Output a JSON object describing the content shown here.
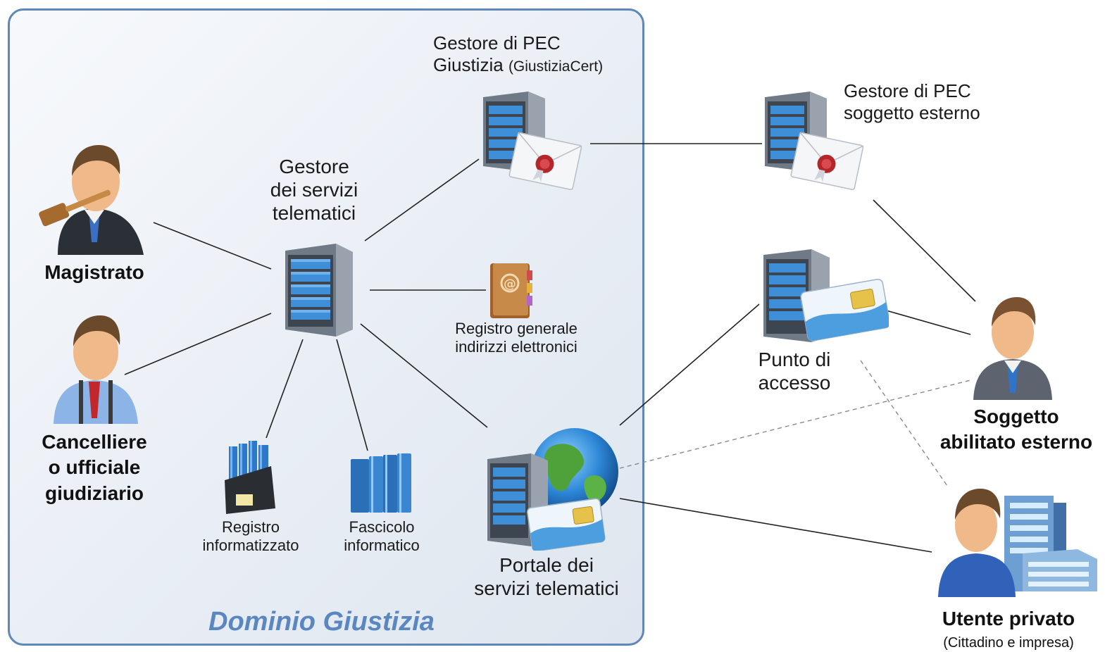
{
  "domain": {
    "label": "Dominio Giustizia"
  },
  "nodes": {
    "gestore_servizi": {
      "lines": [
        "Gestore",
        "dei servizi",
        "telematici"
      ],
      "icon": "server-icon"
    },
    "pec_giustizia": {
      "line1": "Gestore di PEC",
      "line2_main": "Giustizia",
      "line2_small": "(GiustiziaCert)",
      "icon": "mail-server-icon"
    },
    "pec_esterno": {
      "lines": [
        "Gestore di PEC",
        "soggetto esterno"
      ],
      "icon": "mail-server-icon"
    },
    "registro_indirizzi": {
      "lines": [
        "Registro generale",
        "indirizzi elettronici"
      ],
      "icon": "address-book-icon"
    },
    "registro_informatizzato": {
      "lines": [
        "Registro",
        "informatizzato"
      ],
      "icon": "folder-rack-icon"
    },
    "fascicolo": {
      "lines": [
        "Fascicolo",
        "informatico"
      ],
      "icon": "binders-icon"
    },
    "portale": {
      "lines": [
        "Portale dei",
        "servizi telematici"
      ],
      "icon": "web-portal-icon"
    },
    "punto_accesso": {
      "lines": [
        "Punto di",
        "accesso"
      ],
      "icon": "smartcard-server-icon"
    }
  },
  "actors": {
    "magistrato": {
      "label": "Magistrato",
      "icon": "judge-icon"
    },
    "cancelliere": {
      "lines": [
        "Cancelliere",
        "o ufficiale",
        "giudiziario"
      ],
      "icon": "clerk-icon"
    },
    "soggetto": {
      "lines": [
        "Soggetto",
        "abilitato esterno"
      ],
      "icon": "professional-icon"
    },
    "utente": {
      "label": "Utente privato",
      "sub": "(Cittadino e impresa)",
      "icon": "citizen-company-icon"
    }
  },
  "colors": {
    "domain_border": "#5f87b7",
    "domain_label": "#5b87c0",
    "line": "#222222",
    "dashed_line": "#8a8a8a"
  }
}
